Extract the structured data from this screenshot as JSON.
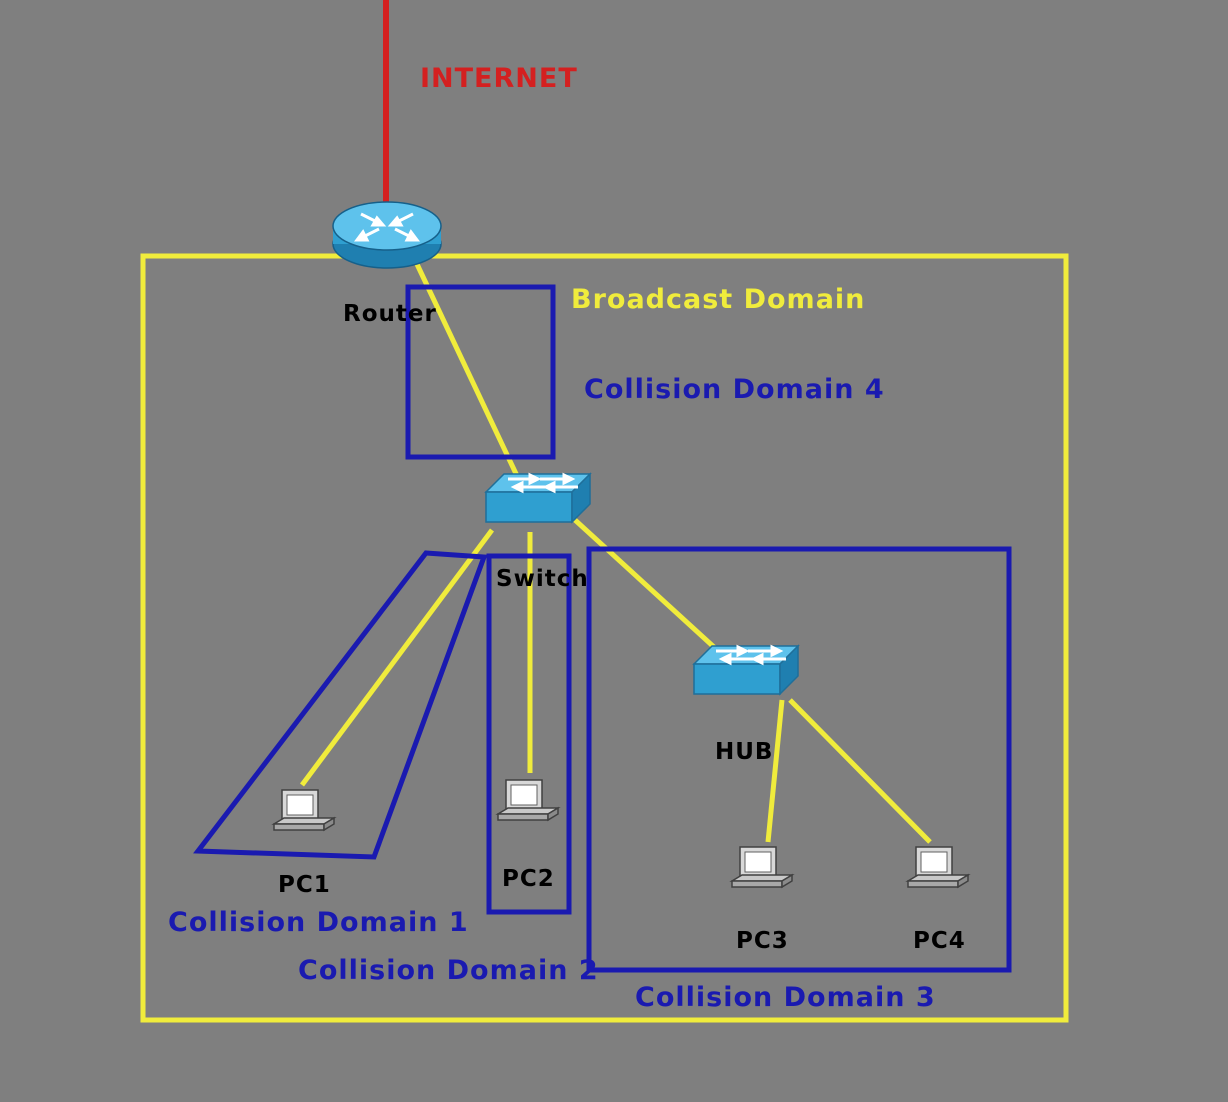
{
  "colors": {
    "background": "#7f7f7f",
    "internet": "#d42020",
    "broadcast": "#f0ec3c",
    "collision": "#1a1ab0",
    "link": "#f0ec3c",
    "device_blue": "#2f9fd0",
    "device_text": "#000000"
  },
  "internet": {
    "label": "INTERNET"
  },
  "broadcast_domain": {
    "label": "Broadcast Domain"
  },
  "devices": {
    "router": {
      "label": "Router",
      "icon": "router-icon"
    },
    "switch": {
      "label": "Switch",
      "icon": "switch-icon"
    },
    "hub": {
      "label": "HUB",
      "icon": "hub-icon"
    },
    "pc1": {
      "label": "PC1",
      "icon": "pc-icon"
    },
    "pc2": {
      "label": "PC2",
      "icon": "pc-icon"
    },
    "pc3": {
      "label": "PC3",
      "icon": "pc-icon"
    },
    "pc4": {
      "label": "PC4",
      "icon": "pc-icon"
    }
  },
  "collision_domains": [
    {
      "label": "Collision Domain 1"
    },
    {
      "label": "Collision Domain 2"
    },
    {
      "label": "Collision Domain 3"
    },
    {
      "label": "Collision Domain 4"
    }
  ]
}
